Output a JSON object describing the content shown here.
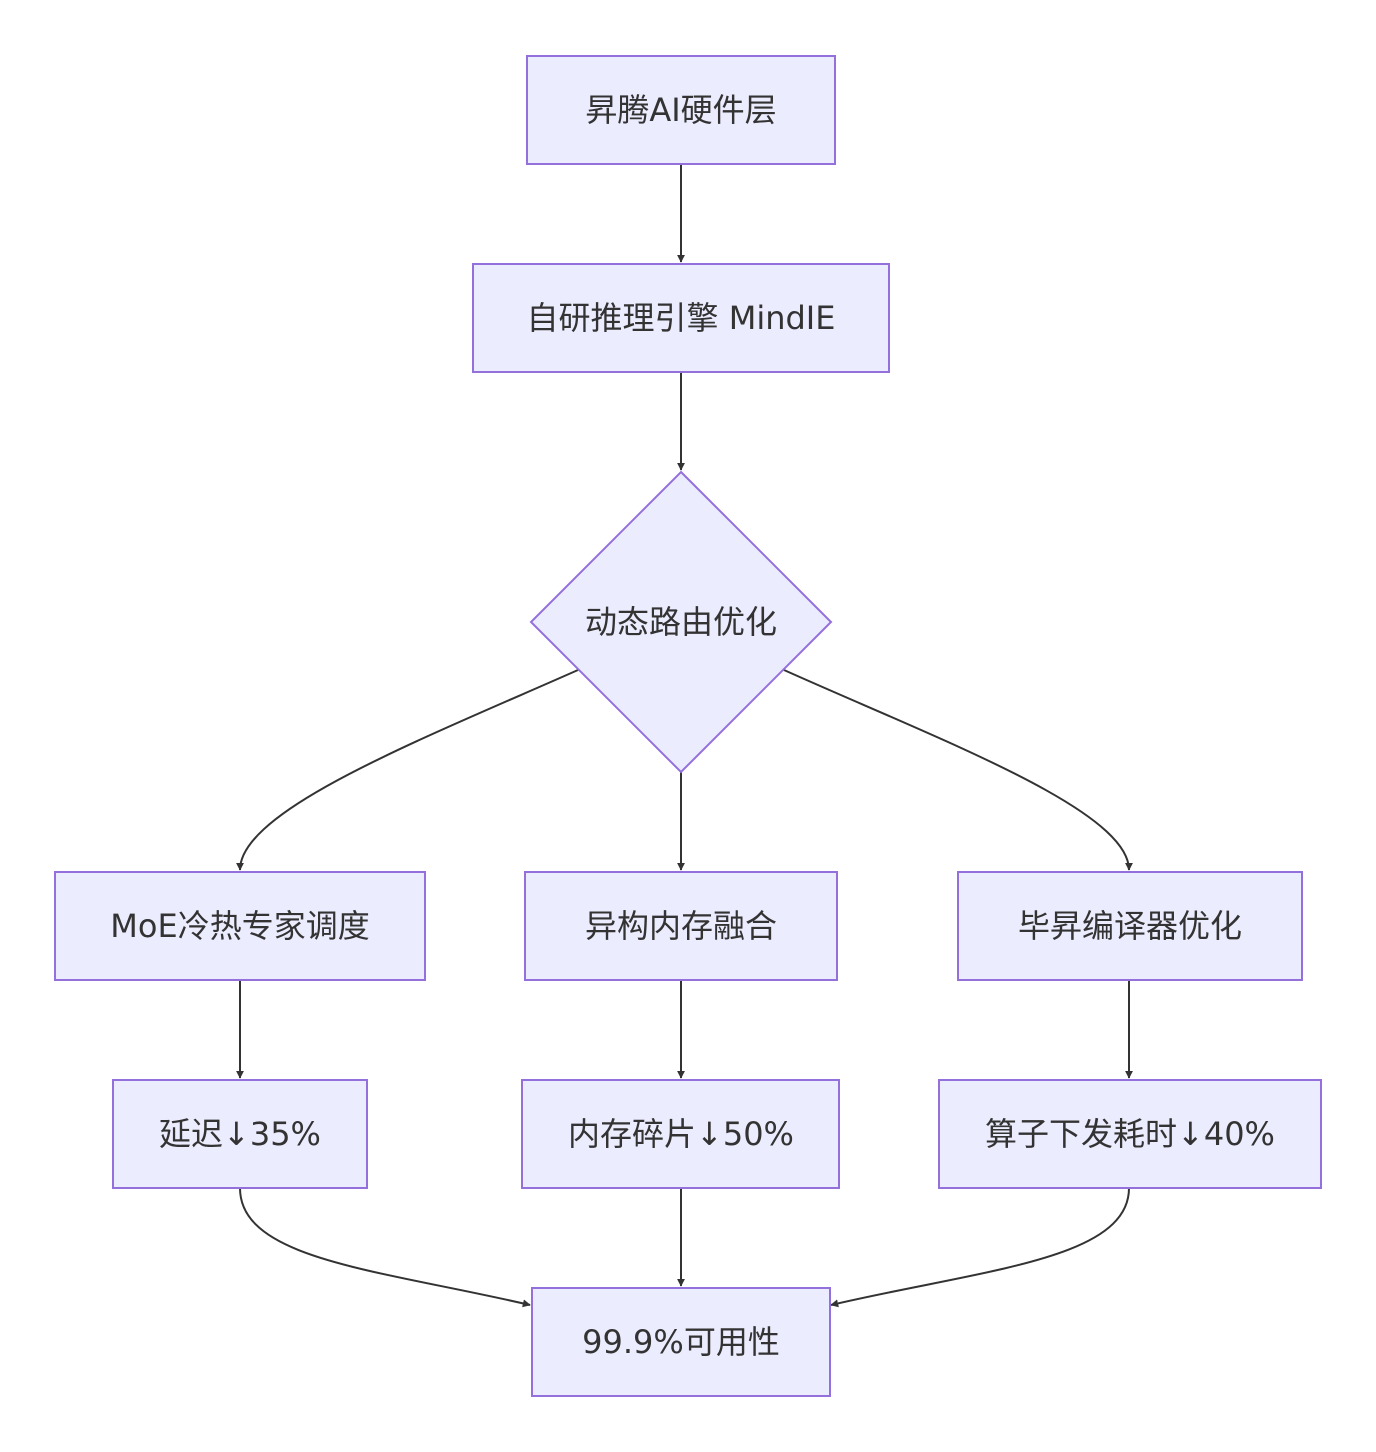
{
  "diagram": {
    "type": "flowchart",
    "direction": "top-down",
    "colors": {
      "node_fill": "#ECECFF",
      "node_stroke": "#9370DB",
      "edge": "#333333",
      "text": "#333333"
    },
    "nodes": {
      "hardware": {
        "label": "昇腾AI硬件层",
        "shape": "rect"
      },
      "engine": {
        "label": "自研推理引擎 MindIE",
        "shape": "rect"
      },
      "routing": {
        "label": "动态路由优化",
        "shape": "diamond"
      },
      "moe": {
        "label": "MoE冷热专家调度",
        "shape": "rect"
      },
      "memory": {
        "label": "异构内存融合",
        "shape": "rect"
      },
      "compiler": {
        "label": "毕昇编译器优化",
        "shape": "rect"
      },
      "latency": {
        "label": "延迟↓35%",
        "shape": "rect"
      },
      "fragment": {
        "label": "内存碎片↓50%",
        "shape": "rect"
      },
      "operator": {
        "label": "算子下发耗时↓40%",
        "shape": "rect"
      },
      "availability": {
        "label": "99.9%可用性",
        "shape": "rect"
      }
    },
    "edges": [
      {
        "from": "hardware",
        "to": "engine"
      },
      {
        "from": "engine",
        "to": "routing"
      },
      {
        "from": "routing",
        "to": "moe"
      },
      {
        "from": "routing",
        "to": "memory"
      },
      {
        "from": "routing",
        "to": "compiler"
      },
      {
        "from": "moe",
        "to": "latency"
      },
      {
        "from": "memory",
        "to": "fragment"
      },
      {
        "from": "compiler",
        "to": "operator"
      },
      {
        "from": "latency",
        "to": "availability"
      },
      {
        "from": "fragment",
        "to": "availability"
      },
      {
        "from": "operator",
        "to": "availability"
      }
    ]
  }
}
